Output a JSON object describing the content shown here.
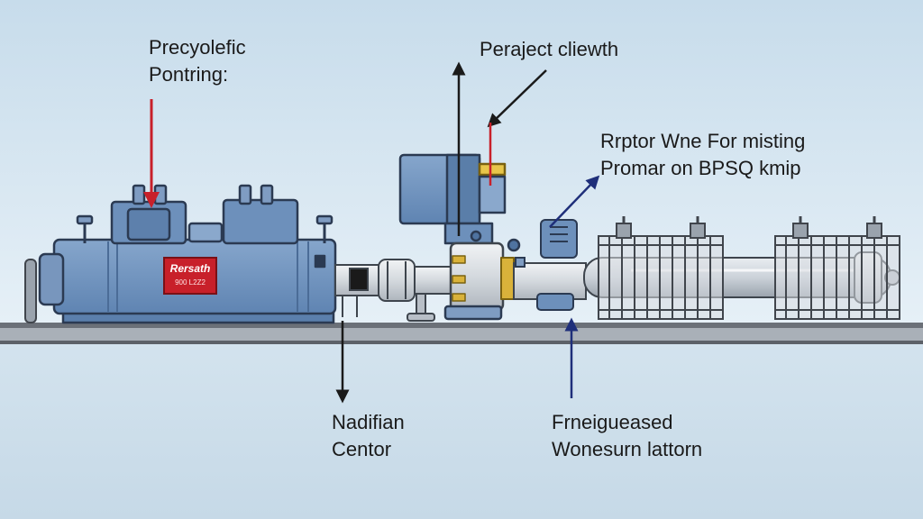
{
  "diagram": {
    "labels": {
      "top_left": {
        "line1": "Precyolefic",
        "line2": "Pontring:",
        "arrow_color": "#c8202a"
      },
      "top_center": {
        "line1": "Peraject cliewth",
        "arrow_color": "#1a1a1a"
      },
      "right_upper": {
        "line1": "Rrptor Wne For misting",
        "line2": "Promar on BPSQ kmip",
        "arrow_color": "#1f2f7a"
      },
      "bottom_left": {
        "line1": "Nadifian",
        "line2": "Centor",
        "arrow_color": "#1a1a1a"
      },
      "bottom_right": {
        "line1": "Frneigueased",
        "line2": "Wonesurn lattorn",
        "arrow_color": "#1f2f7a"
      }
    },
    "motor_plate": {
      "brand": "Rersath",
      "subtext": "900 L2Z2"
    },
    "colors": {
      "sky_top": "#c7dceb",
      "sky_bottom": "#e3eef6",
      "floor": "#cfe0ec",
      "machine_blue": "#6f93bf",
      "machine_dark": "#4f73a0",
      "steel": "#d9dde2",
      "brass": "#d9b23a",
      "plate_red": "#c8202a"
    }
  }
}
